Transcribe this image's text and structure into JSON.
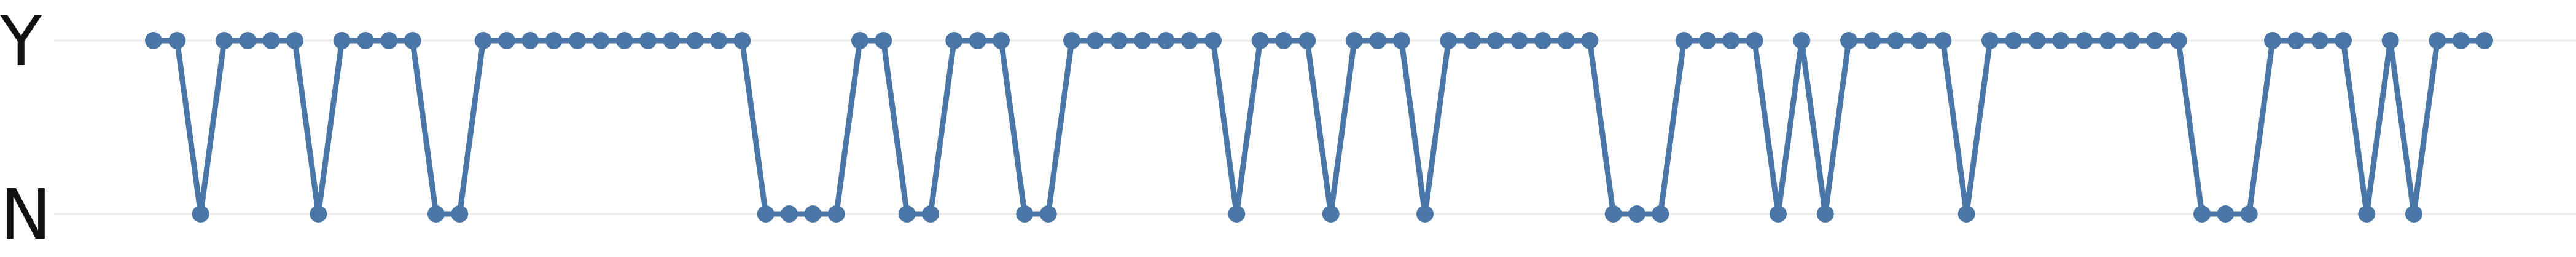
{
  "chart_data": {
    "type": "line",
    "title": "",
    "xlabel": "",
    "ylabel": "",
    "y_categories": [
      "N",
      "Y"
    ],
    "y_tick_labels": [
      "Y",
      "N"
    ],
    "grid": true,
    "color": "#4a77a8",
    "series": [
      {
        "values": [
          "Y",
          "Y",
          "N",
          "Y",
          "Y",
          "Y",
          "Y",
          "N",
          "Y",
          "Y",
          "Y",
          "Y",
          "N",
          "N",
          "Y",
          "Y",
          "Y",
          "Y",
          "Y",
          "Y",
          "Y",
          "Y",
          "Y",
          "Y",
          "Y",
          "Y",
          "N",
          "N",
          "N",
          "N",
          "Y",
          "Y",
          "N",
          "N",
          "Y",
          "Y",
          "Y",
          "N",
          "N",
          "Y",
          "Y",
          "Y",
          "Y",
          "Y",
          "Y",
          "Y",
          "N",
          "Y",
          "Y",
          "Y",
          "N",
          "Y",
          "Y",
          "Y",
          "N",
          "Y",
          "Y",
          "Y",
          "Y",
          "Y",
          "Y",
          "Y",
          "N",
          "N",
          "N",
          "Y",
          "Y",
          "Y",
          "Y",
          "N",
          "Y",
          "N",
          "Y",
          "Y",
          "Y",
          "Y",
          "Y",
          "N",
          "Y",
          "Y",
          "Y",
          "Y",
          "Y",
          "Y",
          "Y",
          "Y",
          "Y",
          "N",
          "N",
          "N",
          "Y",
          "Y",
          "Y",
          "Y",
          "N",
          "Y",
          "N",
          "Y",
          "Y",
          "Y"
        ]
      }
    ]
  }
}
